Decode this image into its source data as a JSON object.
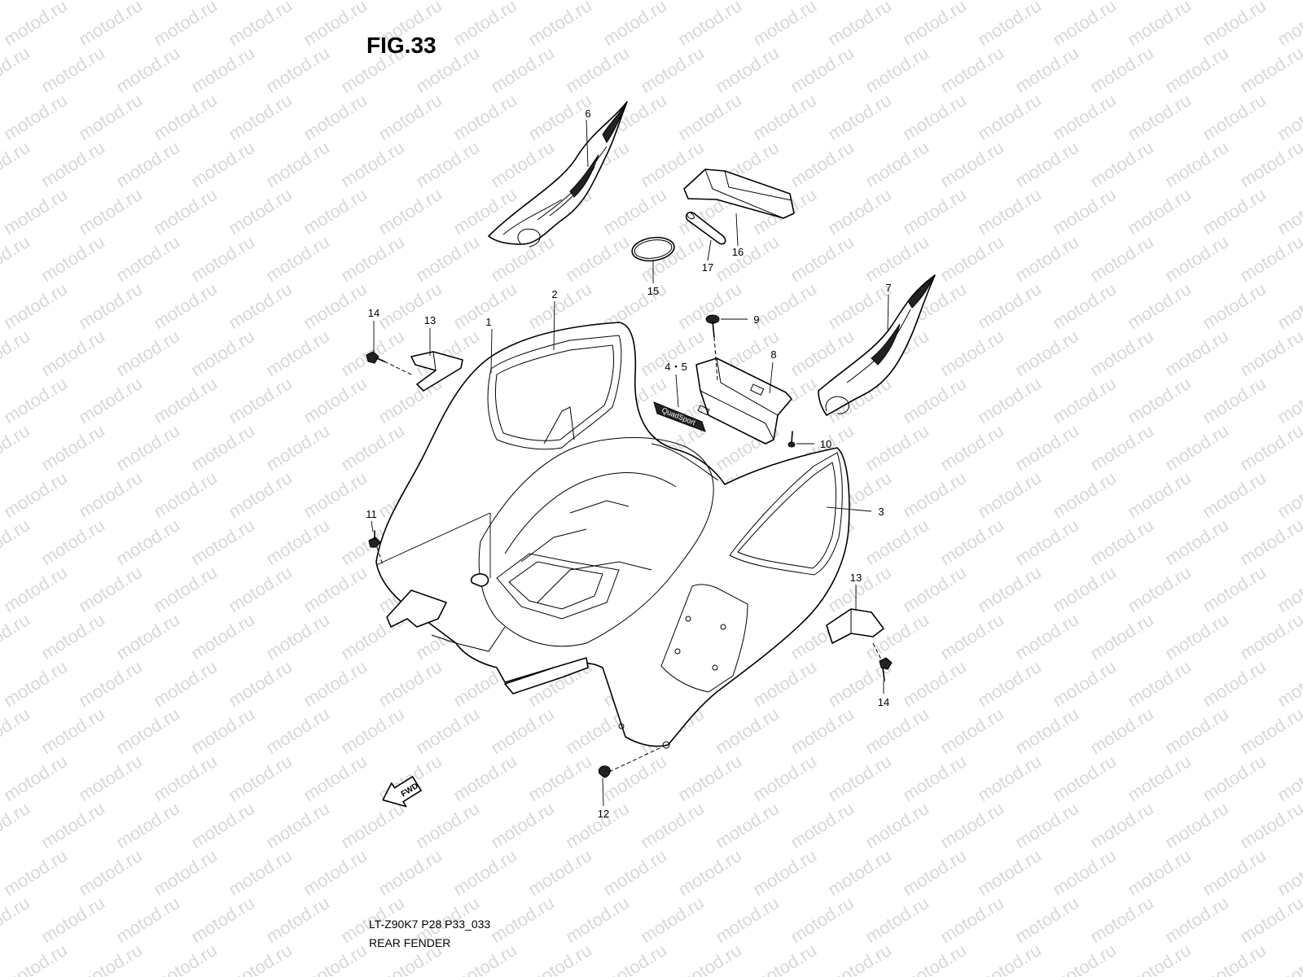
{
  "figure": {
    "title": "FIG.33",
    "code": "LT-Z90K7 P28 P33_033",
    "name": "REAR FENDER"
  },
  "watermark": "motod.ru",
  "forward_marker": "FWD",
  "decal_text": "QuadSport",
  "callouts": [
    {
      "id": "c1",
      "label": "1"
    },
    {
      "id": "c2",
      "label": "2"
    },
    {
      "id": "c3",
      "label": "3"
    },
    {
      "id": "c45",
      "label": "4・5"
    },
    {
      "id": "c6",
      "label": "6"
    },
    {
      "id": "c7",
      "label": "7"
    },
    {
      "id": "c8",
      "label": "8"
    },
    {
      "id": "c9",
      "label": "9"
    },
    {
      "id": "c10",
      "label": "10"
    },
    {
      "id": "c11",
      "label": "11"
    },
    {
      "id": "c12",
      "label": "12"
    },
    {
      "id": "c13a",
      "label": "13"
    },
    {
      "id": "c13b",
      "label": "13"
    },
    {
      "id": "c14a",
      "label": "14"
    },
    {
      "id": "c14b",
      "label": "14"
    },
    {
      "id": "c15",
      "label": "15"
    },
    {
      "id": "c16",
      "label": "16"
    },
    {
      "id": "c17",
      "label": "17"
    }
  ]
}
